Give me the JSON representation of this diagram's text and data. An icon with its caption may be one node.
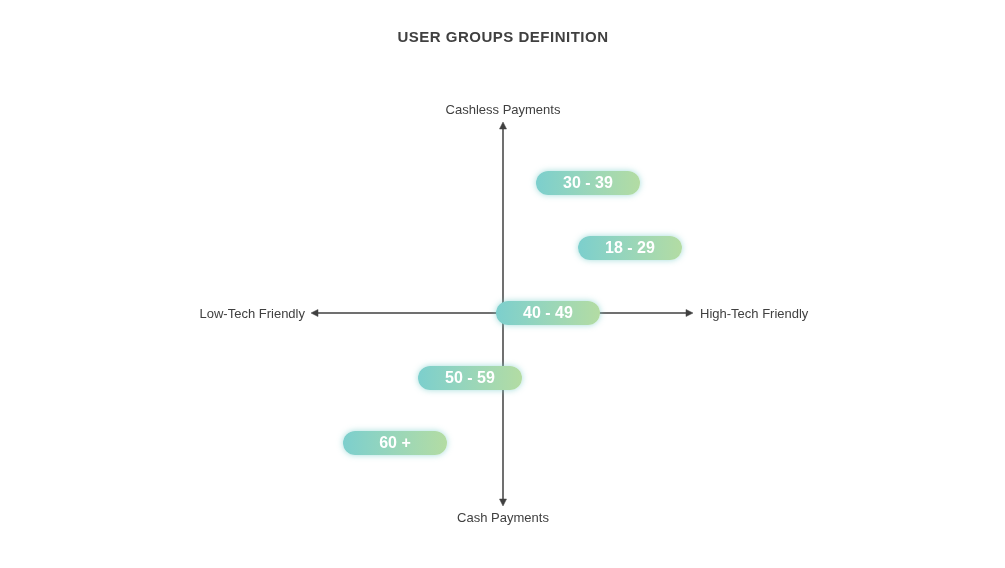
{
  "diagram": {
    "title": "USER GROUPS DEFINITION",
    "nodes": [
      {
        "text": [
          "30 - 39"
        ]
      },
      {
        "text": [
          "18 - 29"
        ]
      },
      {
        "text": [
          "40 - 49"
        ]
      },
      {
        "text": [
          "50 - 59"
        ]
      },
      {
        "text": [
          "60 +"
        ]
      }
    ],
    "labels": [
      "Cashless Payments",
      "Low-Tech Friendly",
      "High-Tech Friendly",
      "Cash Payments"
    ]
  }
}
